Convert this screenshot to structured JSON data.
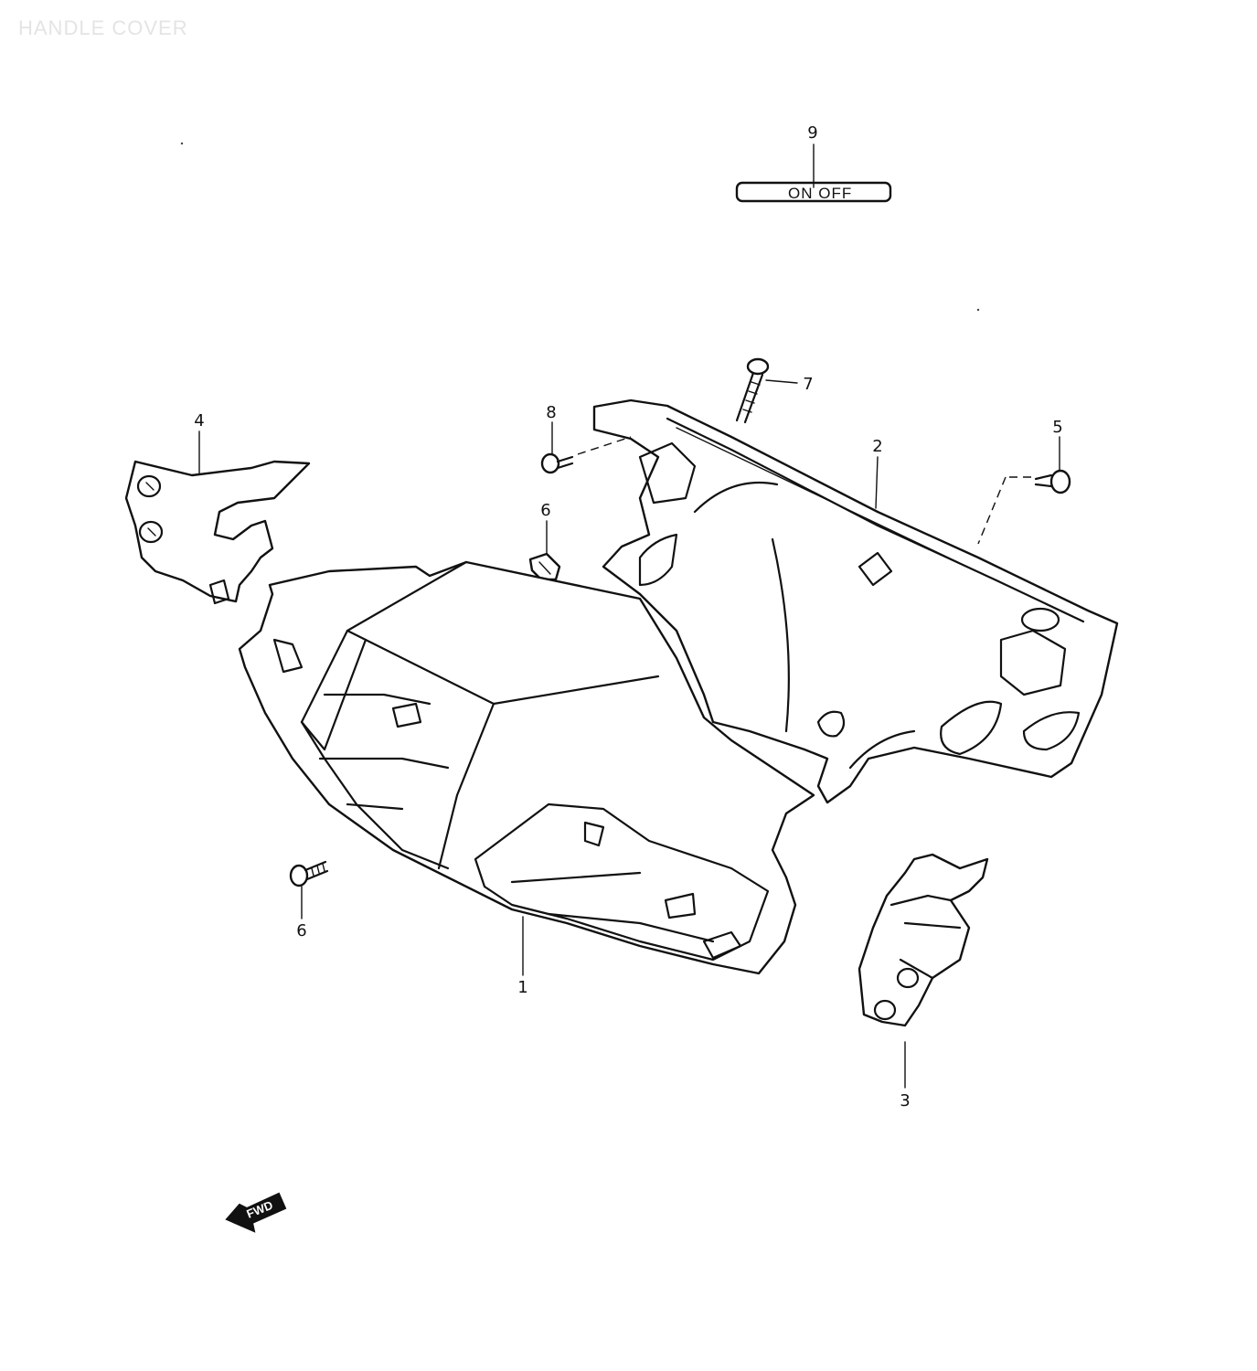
{
  "title": "HANDLE COVER",
  "plate_text": "ON  OFF",
  "fwd_label": "FWD",
  "callouts": [
    {
      "id": "p1",
      "label": "1"
    },
    {
      "id": "p2",
      "label": "2"
    },
    {
      "id": "p3",
      "label": "3"
    },
    {
      "id": "p4",
      "label": "4"
    },
    {
      "id": "p5",
      "label": "5"
    },
    {
      "id": "p6a",
      "label": "6"
    },
    {
      "id": "p6b",
      "label": "6"
    },
    {
      "id": "p7",
      "label": "7"
    },
    {
      "id": "p8",
      "label": "8"
    },
    {
      "id": "p9",
      "label": "9"
    }
  ],
  "colors": {
    "line": "#111111",
    "background": "#ffffff",
    "watermark": "#e4e4e4"
  }
}
